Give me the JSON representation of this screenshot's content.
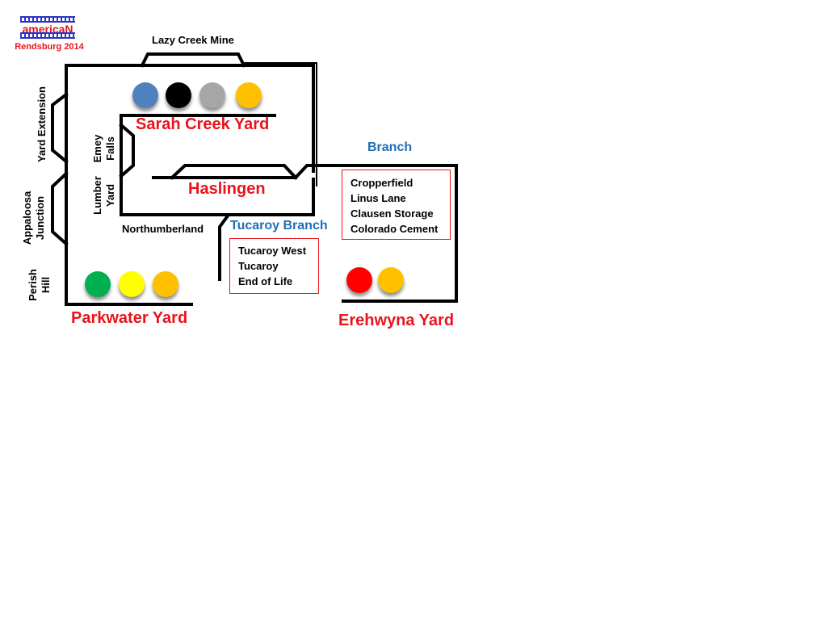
{
  "logo": {
    "brand": "americaN",
    "subtitle": "Rendsburg 2014"
  },
  "labels": {
    "lazy_creek_mine": "Lazy Creek Mine",
    "sarah_creek_yard": "Sarah Creek Yard",
    "haslingen": "Haslingen",
    "branch": "Branch",
    "tucaroy_branch": "Tucaroy Branch",
    "northumberland": "Northumberland",
    "parkwater_yard": "Parkwater Yard",
    "erehwyna_yard": "Erehwyna Yard",
    "yard_extension": "Yard Extension",
    "appaloosa_junction_1": "Appaloosa",
    "appaloosa_junction_2": "Junction",
    "perish_hill_1": "Perish",
    "perish_hill_2": "Hill",
    "emey_falls_1": "Emey",
    "emey_falls_2": "Falls",
    "lumber_yard_1": "Lumber",
    "lumber_yard_2": "Yard"
  },
  "branch_box": {
    "items": [
      "Cropperfield",
      "Linus Lane",
      "Clausen Storage",
      "Colorado Cement"
    ]
  },
  "tucaroy_box": {
    "items": [
      "Tucaroy West",
      "Tucaroy",
      "End of Life"
    ]
  },
  "dots": {
    "sarah_creek": [
      "#4f81bd",
      "#000000",
      "#a6a6a6",
      "#ffc000"
    ],
    "parkwater": [
      "#00b050",
      "#ffff00",
      "#ffc000"
    ],
    "erehwyna": [
      "#ff0000",
      "#ffc000"
    ]
  },
  "colors": {
    "label_red": "#e8141c",
    "label_blue": "#1f6fb5",
    "track": "#000000",
    "box_border": "#e8141c"
  }
}
